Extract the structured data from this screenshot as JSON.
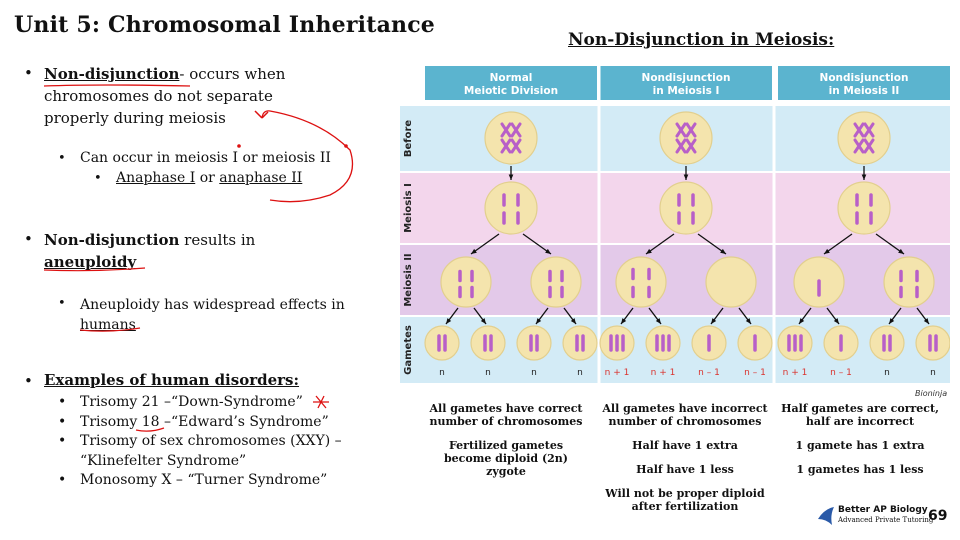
{
  "title": "Unit 5: Chromosomal Inheritance",
  "left": {
    "b1_term": "Non-disjunction",
    "b1_rest": "- occurs when",
    "b1_line2": "chromosomes do not separate",
    "b1_line3": "properly during meiosis",
    "b1_sub1": "Can occur in meiosis I or meiosis II",
    "b1_sub2a": "Anaphase I",
    "b1_sub2b": " or ",
    "b1_sub2c": "anaphase II",
    "b2_term": "Non-disjunction",
    "b2_rest": " results in",
    "b2_line2": "aneuploidy",
    "b2_sub1_line1": "Aneuploidy has widespread effects in",
    "b2_sub1_line2": "humans",
    "b3_heading": "Examples of human disorders:",
    "examples": [
      "Trisomy 21 –“Down-Syndrome”",
      "Trisomy 18 –“Edward’s Syndrome”",
      "Trisomy of sex chromosomes (XXY) –",
      "“Klinefelter Syndrome”",
      "Monosomy X – “Turner Syndrome”"
    ]
  },
  "figure": {
    "title": "Non-Disjunction in Meiosis:",
    "columns": [
      {
        "line1": "Normal",
        "line2": "Meiotic Division"
      },
      {
        "line1": "Nondisjunction",
        "line2": "in Meiosis I"
      },
      {
        "line1": "Nondisjunction",
        "line2": "in Meiosis II"
      }
    ],
    "rows": [
      "Before",
      "Meiosis I",
      "Meiosis II",
      "Gametes"
    ],
    "gamete_labels": [
      [
        "n",
        "n",
        "n",
        "n"
      ],
      [
        "n + 1",
        "n + 1",
        "n – 1",
        "n – 1"
      ],
      [
        "n + 1",
        "n – 1",
        "n",
        "n"
      ]
    ],
    "credit": "Bioninja",
    "colors": {
      "header": "#5bb4cf",
      "row_before": "#d3ebf6",
      "row_meiosis1": "#f3d6ec",
      "row_meiosis2": "#e3c9e9",
      "row_gametes": "#d3ebf6",
      "cell": "#f4e4ad",
      "chromosome": "#b85fc8",
      "error_label": "#d9332e"
    }
  },
  "notes": {
    "col1": [
      "All gametes have correct number of chromosomes",
      "Fertilized gametes become diploid (2n) zygote"
    ],
    "col2": [
      "All gametes have incorrect number of chromosomes",
      "Half have 1 extra",
      "Half have 1 less",
      "Will not be proper diploid after fertilization"
    ],
    "col3": [
      "Half gametes are correct, half are incorrect",
      "1 gamete has 1 extra",
      "1 gametes has 1 less"
    ]
  },
  "logo": {
    "name": "Better AP Biology",
    "tagline": "Advanced Private Tutoring"
  },
  "page_number": "69"
}
